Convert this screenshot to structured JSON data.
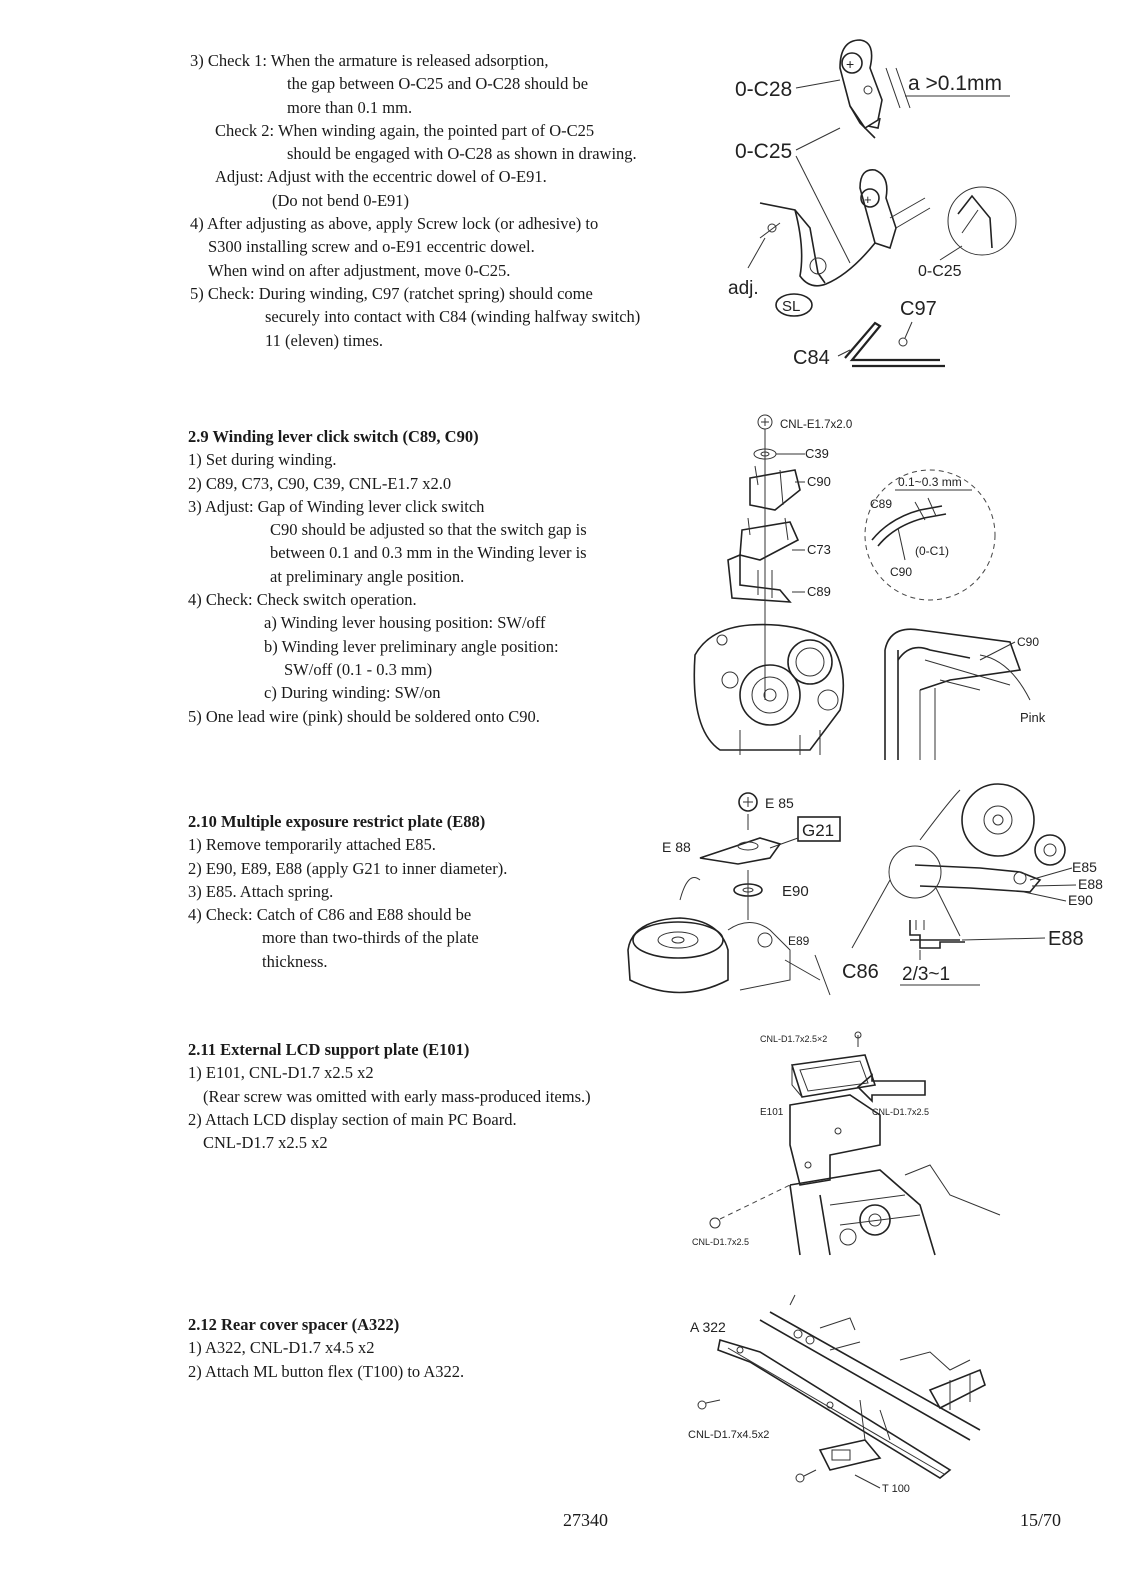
{
  "section_check": {
    "lines": [
      "3) Check 1: When the armature is released adsorption,",
      "the gap between O-C25 and O-C28 should be",
      "more than 0.1 mm.",
      "Check 2: When winding again, the pointed part of O-C25",
      "should be engaged with O-C28 as shown in drawing.",
      "Adjust: Adjust with the eccentric dowel of O-E91.",
      "(Do not bend 0-E91)",
      "4) After adjusting as above, apply Screw lock (or adhesive) to",
      "S300 installing screw and o-E91 eccentric dowel.",
      "When wind on after adjustment, move 0-C25.",
      "5) Check: During winding, C97 (ratchet spring) should come",
      "securely into contact with C84 (winding halfway switch)",
      "11 (eleven) times."
    ],
    "figure": {
      "labels": [
        "0-C28",
        "a >0.1mm",
        "0-C25",
        "0-C25",
        "adj.",
        "SL",
        "C97",
        "C84"
      ]
    }
  },
  "section_2_9": {
    "heading": "2.9  Winding lever click switch (C89, C90)",
    "lines": [
      "1) Set during winding.",
      "2) C89, C73, C90, C39, CNL-E1.7 x2.0",
      "3) Adjust: Gap of Winding lever click switch",
      "C90 should be adjusted so that the switch gap is",
      "between 0.1 and 0.3 mm in the Winding lever is",
      "at preliminary angle position.",
      "4) Check: Check switch operation.",
      "a) Winding lever housing position: SW/off",
      "b) Winding lever preliminary angle position:",
      "SW/off (0.1 - 0.3 mm)",
      "c) During winding: SW/on",
      "5) One lead wire (pink) should be soldered onto C90."
    ],
    "figure": {
      "labels": [
        "CNL-E1.7x2.0",
        "C39",
        "C90",
        "C73",
        "C89",
        "0.1~0.3 mm",
        "C89",
        "(0-C1)",
        "C90",
        "C90",
        "Pink"
      ]
    }
  },
  "section_2_10": {
    "heading": "2.10  Multiple exposure restrict plate (E88)",
    "lines": [
      "1) Remove temporarily attached E85.",
      "2) E90, E89, E88 (apply G21 to inner diameter).",
      "3) E85.  Attach spring.",
      "4) Check: Catch of C86 and E88 should be",
      "more than two-thirds of the plate",
      "thickness."
    ],
    "figure": {
      "labels": [
        "E 85",
        "G21",
        "E 88",
        "E90",
        "E89",
        "E85",
        "E88",
        "E90",
        "E88",
        "C86",
        "2/3~1"
      ]
    }
  },
  "section_2_11": {
    "heading": "2.11  External LCD support plate (E101)",
    "lines": [
      "1) E101, CNL-D1.7 x2.5 x2",
      "(Rear screw was omitted with early mass-produced items.)",
      "2) Attach LCD display section of main PC Board.",
      "CNL-D1.7 x2.5 x2"
    ],
    "figure": {
      "labels": [
        "CNL-D1.7x2.5×2",
        "E101",
        "CNL-D1.7x2.5",
        "CNL-D1.7x2.5"
      ]
    }
  },
  "section_2_12": {
    "heading": "2.12  Rear cover spacer (A322)",
    "lines": [
      "1) A322, CNL-D1.7 x4.5 x2",
      "2) Attach ML button flex (T100) to A322."
    ],
    "figure": {
      "labels": [
        "A 322",
        "CNL-D1.7x4.5x2",
        "T 100"
      ]
    }
  },
  "footer": {
    "doc_number": "27340",
    "page": "15/70"
  }
}
